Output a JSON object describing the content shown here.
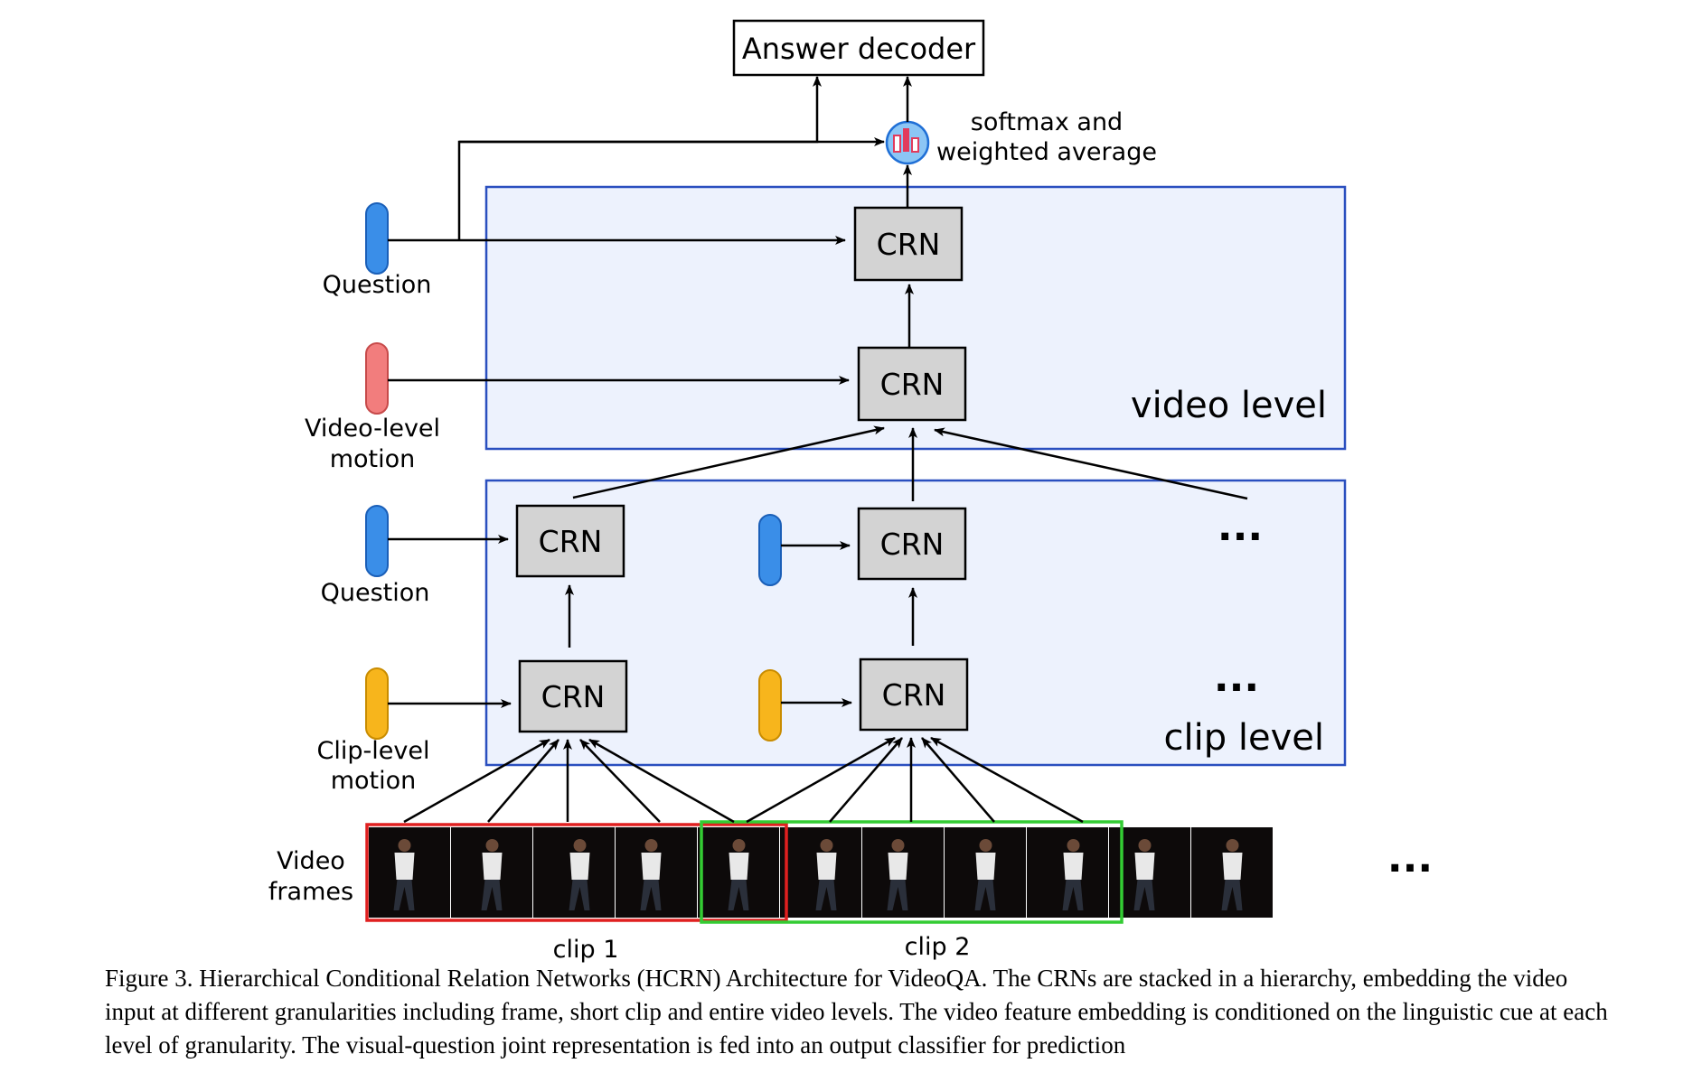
{
  "answer_decoder": "Answer decoder",
  "softmax_label": [
    "softmax and",
    "weighted average"
  ],
  "crn_label": "CRN",
  "inputs": {
    "question": "Question",
    "video_motion": [
      "Video-level",
      "motion"
    ],
    "clip_motion": [
      "Clip-level",
      "motion"
    ],
    "video_frames": [
      "Video",
      "frames"
    ]
  },
  "levels": {
    "video": "video level",
    "clip": "clip level"
  },
  "ellipsis": "...",
  "clips": [
    "clip 1",
    "clip 2"
  ],
  "caption": {
    "figure": "Figure 3.",
    "text": "Hierarchical Conditional Relation Networks (HCRN) Architecture for VideoQA. The CRNs are stacked in a hierarchy, embedding the video input at different granularities including frame, short clip and entire video levels. The video feature embedding is conditioned on the linguistic cue at each level of granularity. The visual-question joint representation is fed into an output classifier for prediction"
  },
  "colors": {
    "question": "#3a8ee8",
    "video_motion": "#f27d7d",
    "clip_motion": "#f7b51c",
    "level_border": "#2a4fbf",
    "level_fill": "#edf2fd",
    "crn_fill": "#d3d3d3",
    "clip1_border": "#e02020",
    "clip2_border": "#33cc33"
  }
}
